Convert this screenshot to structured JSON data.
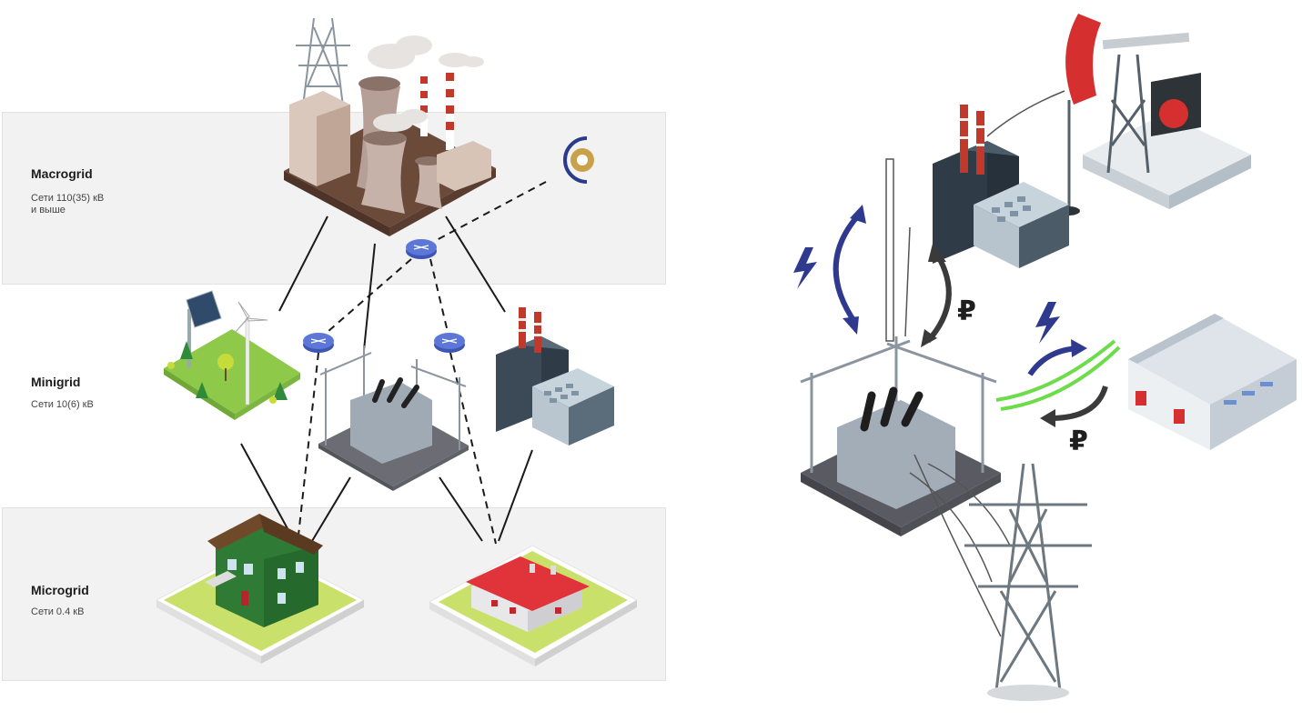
{
  "levels": [
    {
      "title": "Macrogrid",
      "subtitle": "Сети 110(35) кВ\nи выше"
    },
    {
      "title": "Minigrid",
      "subtitle": "Сети 10(6) кВ"
    },
    {
      "title": "Microgrid",
      "subtitle": "Сети 0.4 кВ"
    }
  ],
  "exchange": {
    "currency_symbol": "₽"
  },
  "colors": {
    "band": "#f2f2f2",
    "line": "#1a1a1a",
    "router": "#4a63c8",
    "arrow_blue": "#2f3a8f",
    "arrow_gray": "#3a3a3a",
    "green_lawn": "#a8d65a",
    "roof_red": "#e0343a",
    "house_green": "#2e7d3a",
    "cable_green": "#6ddc4a"
  },
  "icons": [
    "power-plant-icon",
    "solar-wind-icon",
    "substation-icon",
    "factory-icon",
    "house-icon",
    "building-icon",
    "router-icon",
    "utility-logo-icon",
    "oil-pump-icon",
    "transmission-tower-icon",
    "warehouse-icon",
    "lightning-icon"
  ]
}
